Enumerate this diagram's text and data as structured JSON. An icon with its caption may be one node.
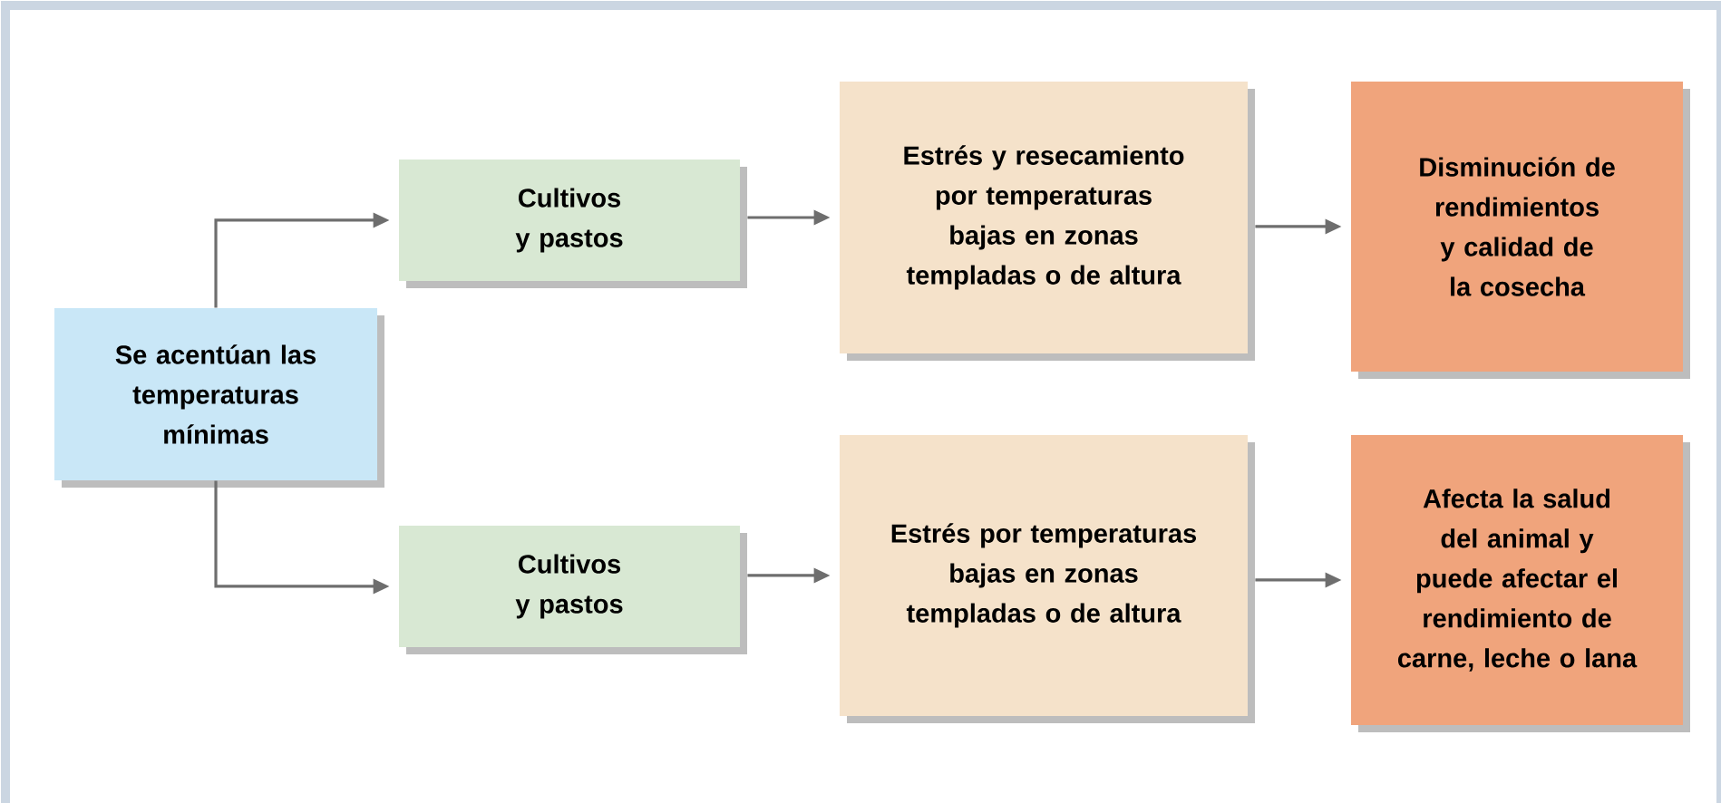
{
  "diagram": {
    "nodes": [
      {
        "text": [
          "Se acentúan las temperaturas mínimas"
        ]
      },
      {
        "text": [
          "Cultivos y pastos"
        ]
      },
      {
        "text": [
          "Estrés y resecamiento por temperaturas bajas en zonas templadas o de altura"
        ]
      },
      {
        "text": [
          "Disminución de rendimientos y calidad de la cosecha"
        ]
      },
      {
        "text": [
          "Cultivos y pastos"
        ]
      },
      {
        "text": [
          "Estrés por temperaturas bajas en zonas templadas o de altura"
        ]
      },
      {
        "text": [
          "Afecta la salud del animal y puede afectar el rendimiento de carne, leche o lana"
        ]
      }
    ],
    "edges": [
      {
        "from": 0,
        "to": 1,
        "arrow": "to"
      },
      {
        "from": 0,
        "to": 4,
        "arrow": "to"
      },
      {
        "from": 1,
        "to": 2,
        "arrow": "to"
      },
      {
        "from": 2,
        "to": 3,
        "arrow": "to"
      },
      {
        "from": 4,
        "to": 5,
        "arrow": "to"
      },
      {
        "from": 5,
        "to": 6,
        "arrow": "to"
      }
    ]
  }
}
